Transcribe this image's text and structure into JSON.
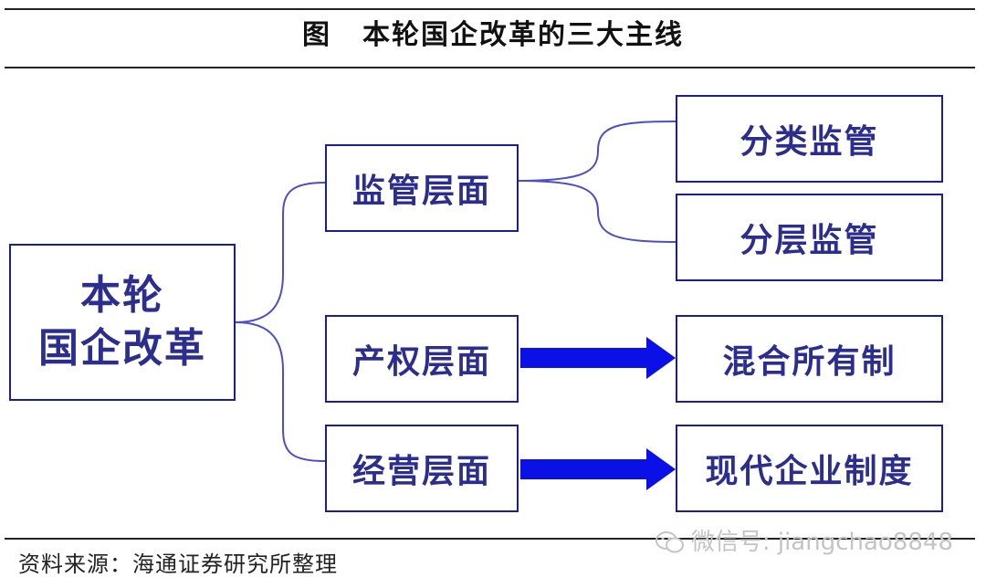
{
  "title": {
    "label": "图",
    "text": "本轮国企改革的三大主线"
  },
  "nodes": {
    "root": [
      "本轮",
      "国企改革"
    ],
    "supervision": "监管层面",
    "property": "产权层面",
    "operation": "经营层面",
    "classified": "分类监管",
    "tiered": "分层监管",
    "mixed": "混合所有制",
    "modern": "现代企业制度"
  },
  "footer": {
    "source": "资料来源：海通证券研究所整理",
    "watermark": "微信号: jiangchao8848"
  },
  "colors": {
    "border": "#1b1f95",
    "text": "#2b2d8f",
    "connector": "#4b4fc4",
    "arrow": "#0a10e6"
  }
}
